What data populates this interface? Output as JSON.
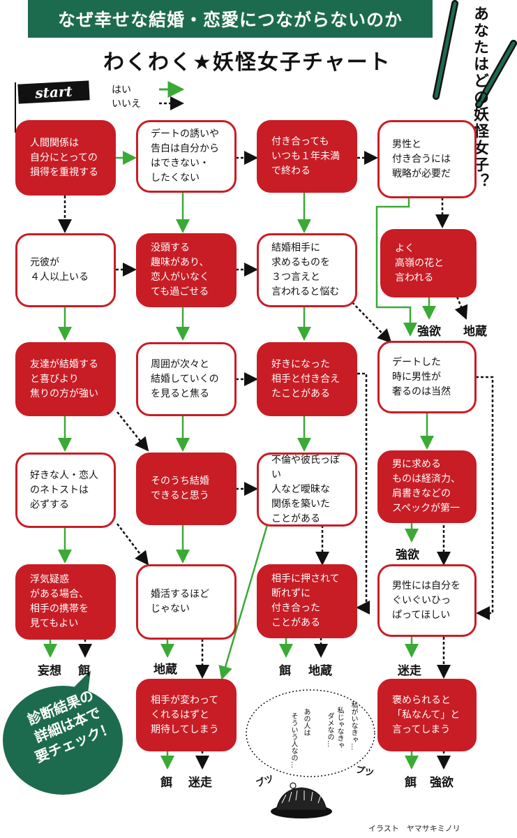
{
  "header": {
    "banner": "なぜ幸せな結婚・恋愛につながらないのか",
    "title": "わくわく★妖怪女子チャート",
    "side_question": "あなたはどの妖怪女子？"
  },
  "start_label": "start",
  "legend": {
    "yes": "はい",
    "no": "いいえ"
  },
  "colors": {
    "red": "#c81d25",
    "green": "#1d6b4e",
    "arrow_yes": "#3aaa35",
    "arrow_no": "#111111"
  },
  "nodes": {
    "n1": "人間関係は\n自分にとっての\n損得を重視する",
    "n2": "デートの誘いや\n告白は自分から\nはできない・\nしたくない",
    "n3": "付き合っても\nいつも１年未満\nで終わる",
    "n4": "男性と\n付き合うには\n戦略が必要だ",
    "n5": "元彼が\n４人以上いる",
    "n6": "没頭する\n趣味があり、\n恋人がいなく\nても過ごせる",
    "n7": "結婚相手に\n求めるものを\n３つ言えと\n言われると悩む",
    "n8": "よく\n高嶺の花と\n言われる",
    "n9": "友達が結婚する\nと喜びより\n焦りの方が強い",
    "n10": "周囲が次々と\n結婚していくの\nを見ると焦る",
    "n11": "好きになった\n相手と付き合え\nたことがある",
    "n12": "デートした\n時に男性が\n奢るのは当然",
    "n13": "好きな人・恋人\nのネトストは\n必ずする",
    "n14": "そのうち結婚\nできると思う",
    "n15": "不倫や彼氏っぽい\n人など曖昧な\n関係を築いた\nことがある",
    "n16": "男に求める\nものは経済力、\n肩書きなどの\nスペックが第一",
    "n17": "浮気疑惑\nがある場合、\n相手の携帯を\n見てもよい",
    "n18": "婚活するほど\nじゃない",
    "n19": "相手に押されて\n断れずに\n付き合った\nことがある",
    "n20": "男性には自分を\nぐいぐいひっ\nぱってほしい",
    "n21": "相手が変わって\nくれるはずと\n期待してしまう",
    "n22": "褒められると\n「私なんて」と\n言ってしまう"
  },
  "results": {
    "r_n8_yes": "強欲",
    "r_n8_no": "地蔵",
    "r_n16_yes": "強欲",
    "r_n17_yes": "妄想",
    "r_n17_no": "餌",
    "r_n18_yes": "地蔵",
    "r_n19_yes": "餌",
    "r_n19_no": "地蔵",
    "r_n20_yes": "迷走",
    "r_n21_yes": "餌",
    "r_n21_no": "迷走",
    "r_n22_yes": "餌",
    "r_n22_no": "強欲"
  },
  "bubble": "診断結果の\n詳細は本で\n要チェック！",
  "illustration_text": {
    "line1": "私がいなきゃ…",
    "line2": "私じゃなきゃ",
    "line3": "ダメなの…",
    "line4": "あの人は",
    "line5": "そういう人なの…",
    "sfx_left": "ブツ",
    "sfx_right": "ブツ"
  },
  "credit": "イラスト　ヤマサキミノリ"
}
